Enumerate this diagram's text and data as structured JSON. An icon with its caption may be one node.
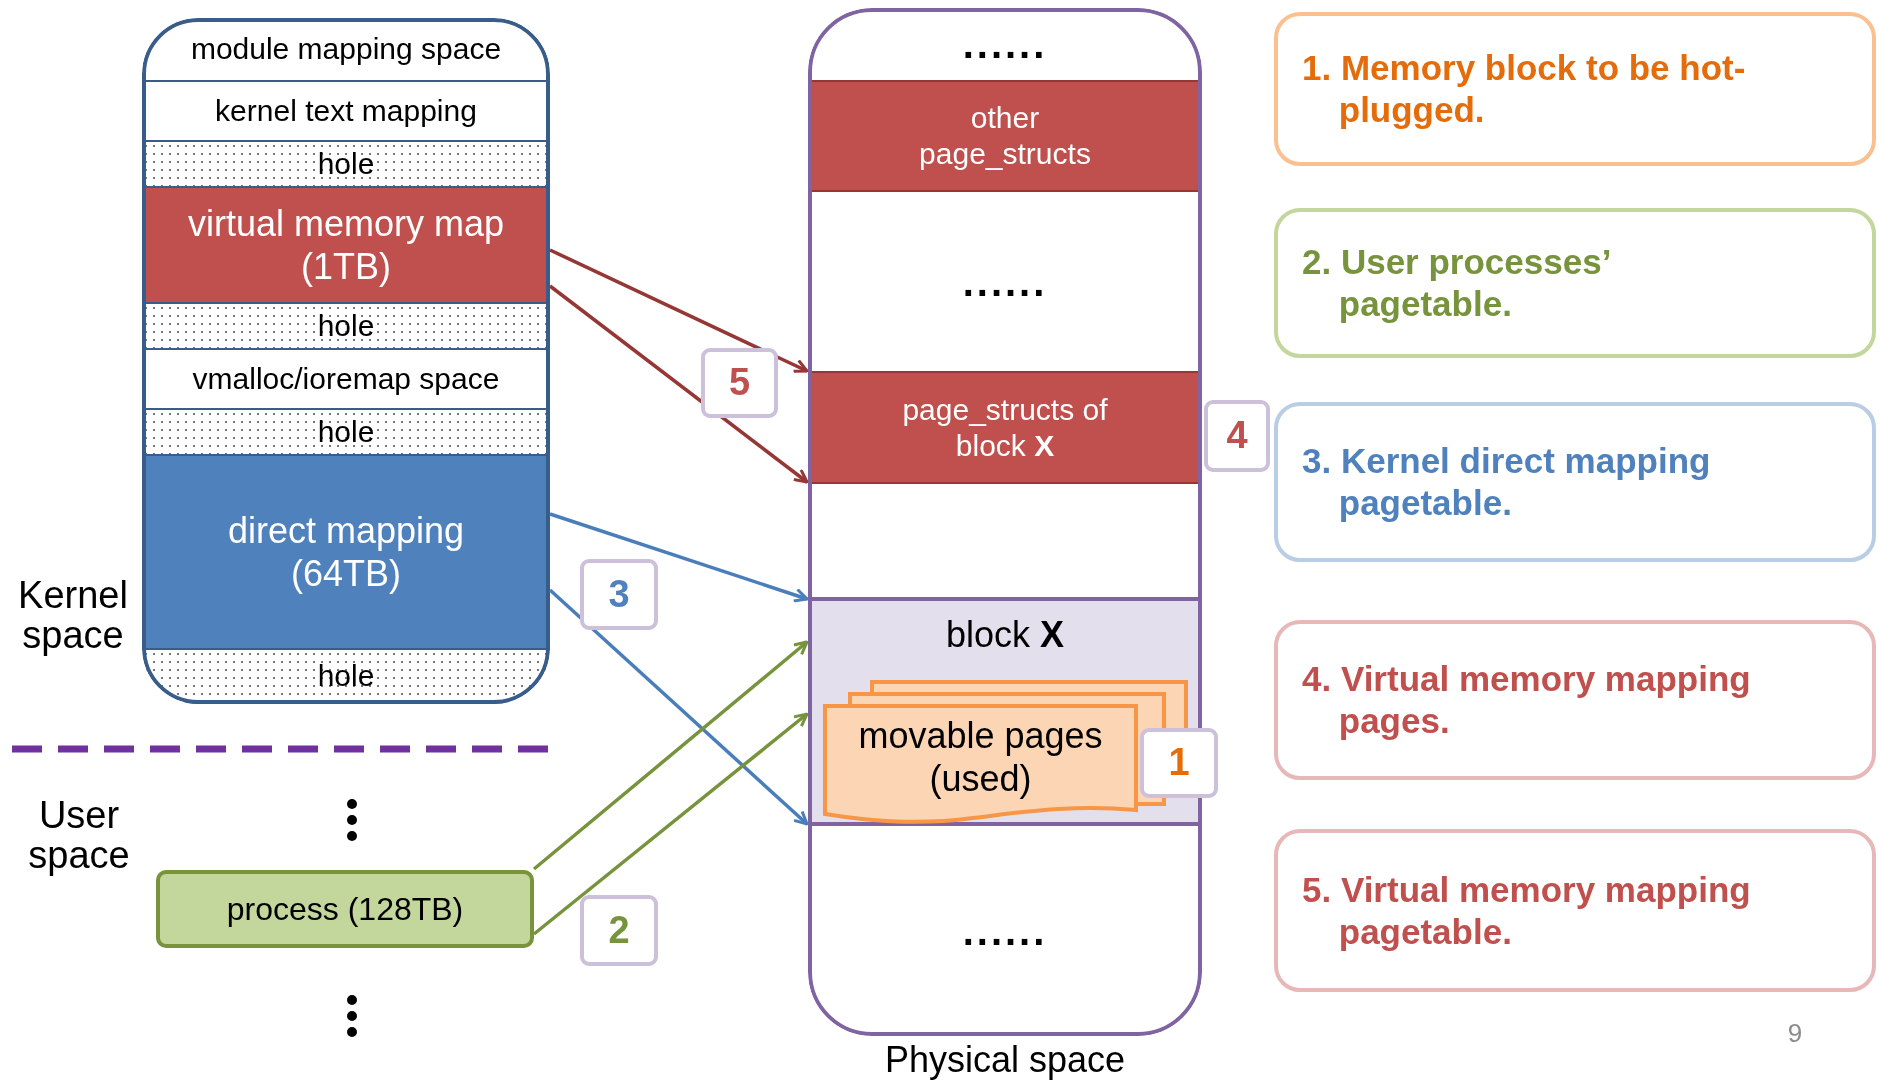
{
  "diagram": {
    "nodes": [
      {
        "text": [],
        "shape": "box"
      },
      {
        "text": [
          "module mapping space"
        ],
        "in": 0
      },
      {
        "text": [
          "kernel text mapping"
        ],
        "in": 0
      },
      {
        "text": [
          "hole"
        ],
        "in": 0
      },
      {
        "text": [
          "virtual memory map (1TB)"
        ],
        "in": 0
      },
      {
        "text": [
          "hole"
        ],
        "in": 0
      },
      {
        "text": [
          "vmalloc/ioremap space"
        ],
        "in": 0
      },
      {
        "text": [
          "hole"
        ],
        "in": 0
      },
      {
        "text": [
          "direct mapping (64TB)"
        ],
        "in": 0
      },
      {
        "text": [
          "hole"
        ],
        "in": 0
      },
      {
        "text": [
          "process (128TB)"
        ]
      },
      {
        "text": [],
        "shape": "box",
        "beside": [
          "Physical space"
        ]
      },
      {
        "text": [
          "......"
        ],
        "in": 11
      },
      {
        "text": [
          "other page_structs"
        ],
        "in": 11
      },
      {
        "text": [
          "......"
        ],
        "in": 11
      },
      {
        "text": [
          "page_structs of block **X**"
        ],
        "in": 11
      },
      {
        "text": [
          "block **X**"
        ],
        "in": 11
      },
      {
        "text": [
          "movable pages (used)"
        ],
        "in": 16
      },
      {
        "text": [
          "......"
        ],
        "in": 11
      },
      {
        "text": [
          "5"
        ]
      },
      {
        "text": [
          "4"
        ]
      },
      {
        "text": [
          "3"
        ]
      },
      {
        "text": [
          "1"
        ]
      },
      {
        "text": [
          "2"
        ]
      },
      {
        "text": [
          "1. Memory block to be hot-plugged."
        ]
      },
      {
        "text": [
          "2. User processes’ pagetable."
        ]
      },
      {
        "text": [
          "3. Kernel direct mapping pagetable."
        ]
      },
      {
        "text": [
          "4. Virtual memory mapping pages."
        ]
      },
      {
        "text": [
          "5. Virtual memory mapping pagetable."
        ]
      }
    ],
    "edges": [
      {
        "from": 4,
        "to": 15,
        "arrow": "to",
        "color": "#953735"
      },
      {
        "from": 4,
        "to": 15,
        "arrow": "to",
        "color": "#953735"
      },
      {
        "from": 8,
        "to": 16,
        "arrow": "to",
        "color": "#4a7ebb"
      },
      {
        "from": 8,
        "to": 16,
        "arrow": "to",
        "color": "#4a7ebb"
      },
      {
        "from": 10,
        "to": 16,
        "arrow": "to",
        "color": "#77933c"
      },
      {
        "from": 10,
        "to": 16,
        "arrow": "to",
        "color": "#77933c"
      }
    ],
    "labels": [
      "Kernel space",
      "User space",
      "9"
    ]
  }
}
